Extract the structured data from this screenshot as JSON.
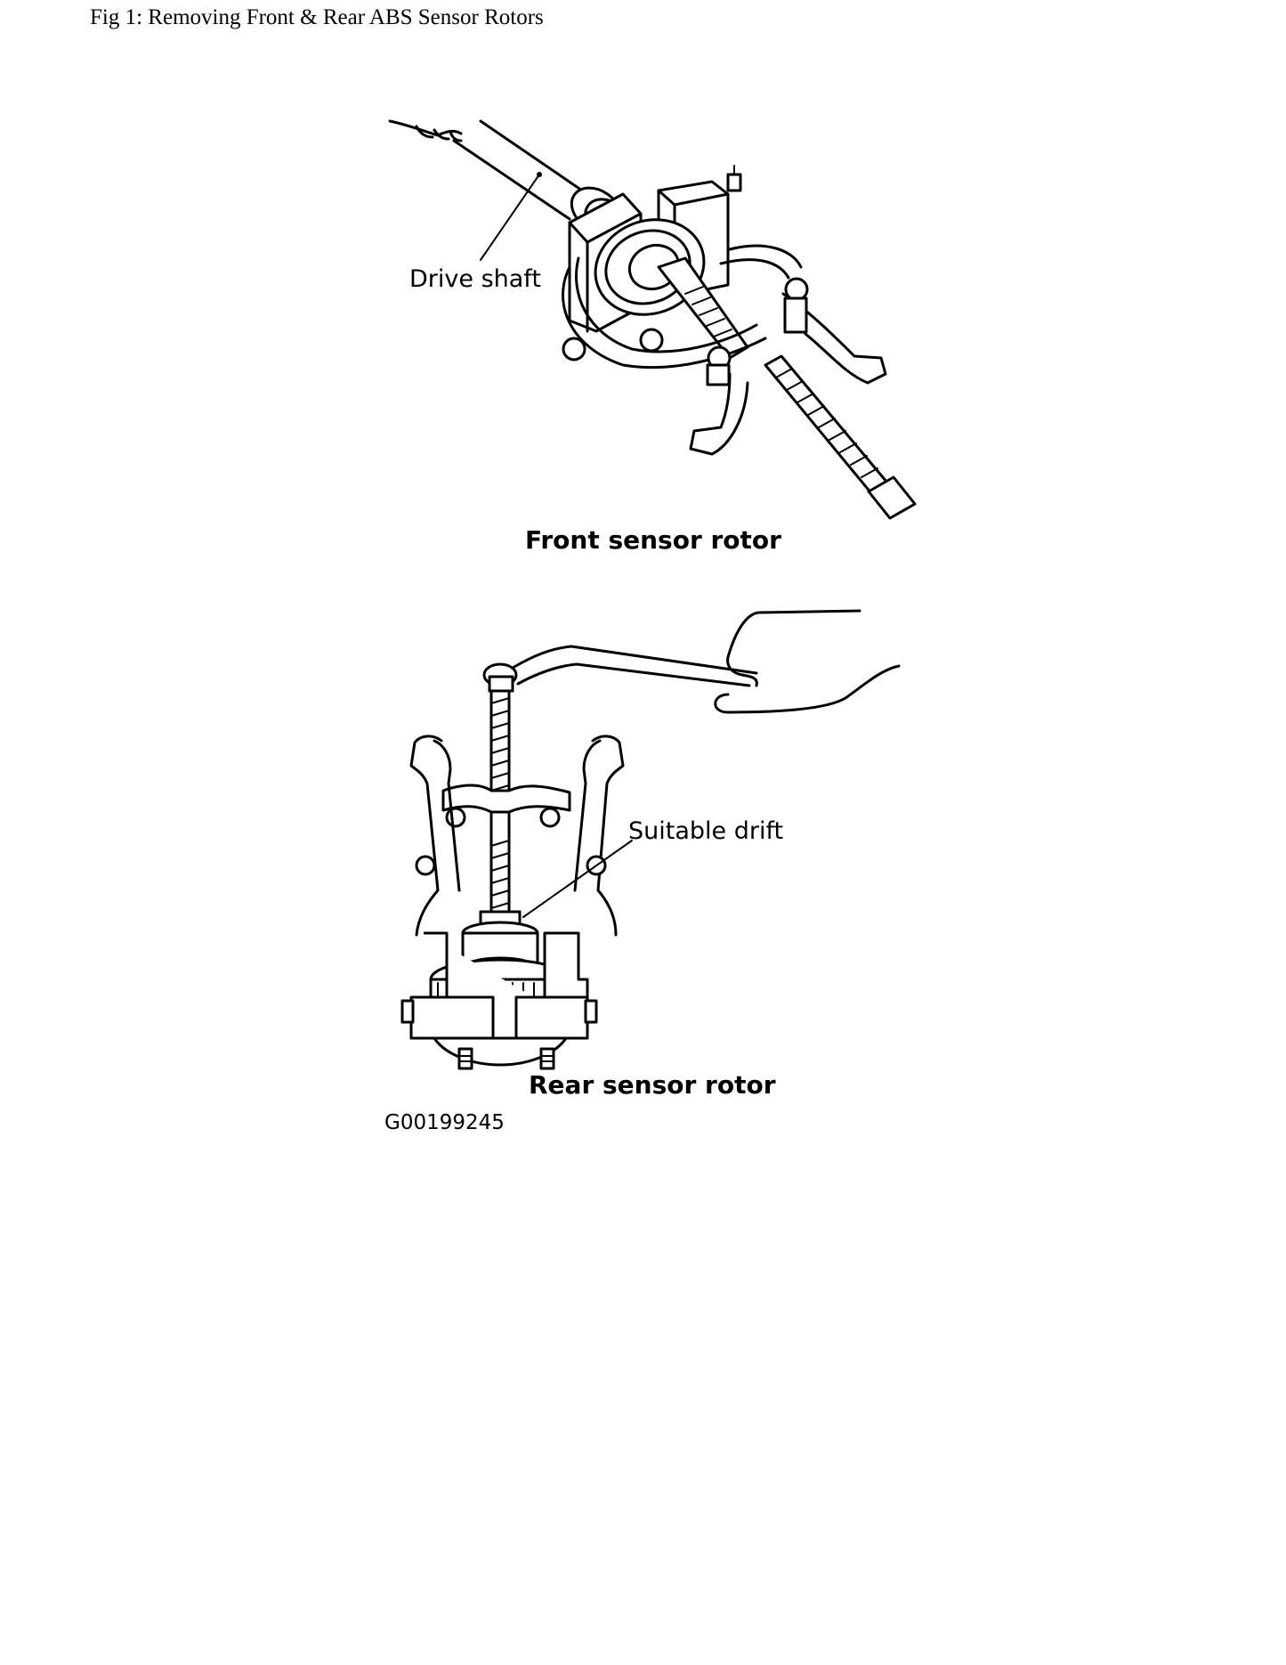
{
  "figure": {
    "caption": "Fig 1: Removing Front & Rear ABS Sensor Rotors",
    "labels": {
      "drive_shaft": "Drive shaft",
      "front_sensor_rotor": "Front sensor rotor",
      "suitable_drift": "Suitable drift",
      "rear_sensor_rotor": "Rear sensor rotor",
      "graphic_code": "G00199245"
    }
  }
}
